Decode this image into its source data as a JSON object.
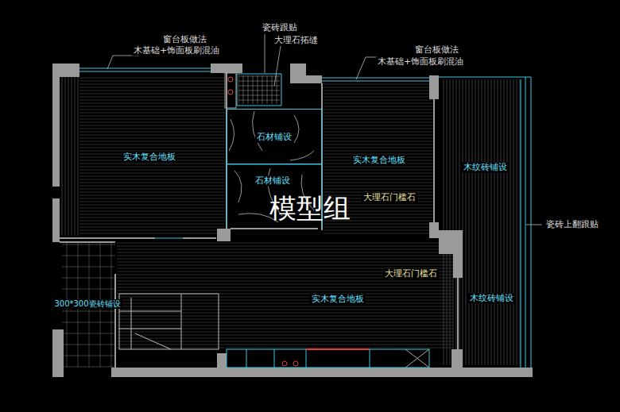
{
  "diagram": {
    "nodes": [
      {
        "text": [
          "石材铺设"
        ]
      }
    ],
    "labels": [
      "瓷砖跟贴",
      "大理石拓缝",
      "窗台板做法",
      "窗台板做法",
      "木基础+饰面板刷混油",
      "木基础+饰面板刷混油",
      "实木复合地板",
      "实木复合地板",
      "木纹砖铺设",
      "石材铺设",
      "大理石门槛石",
      "模型组",
      "瓷砖上翻跟贴",
      "大理石门槛石",
      "实木复合地板",
      "木纹砖铺设",
      "300*300瓷砖铺设"
    ]
  }
}
